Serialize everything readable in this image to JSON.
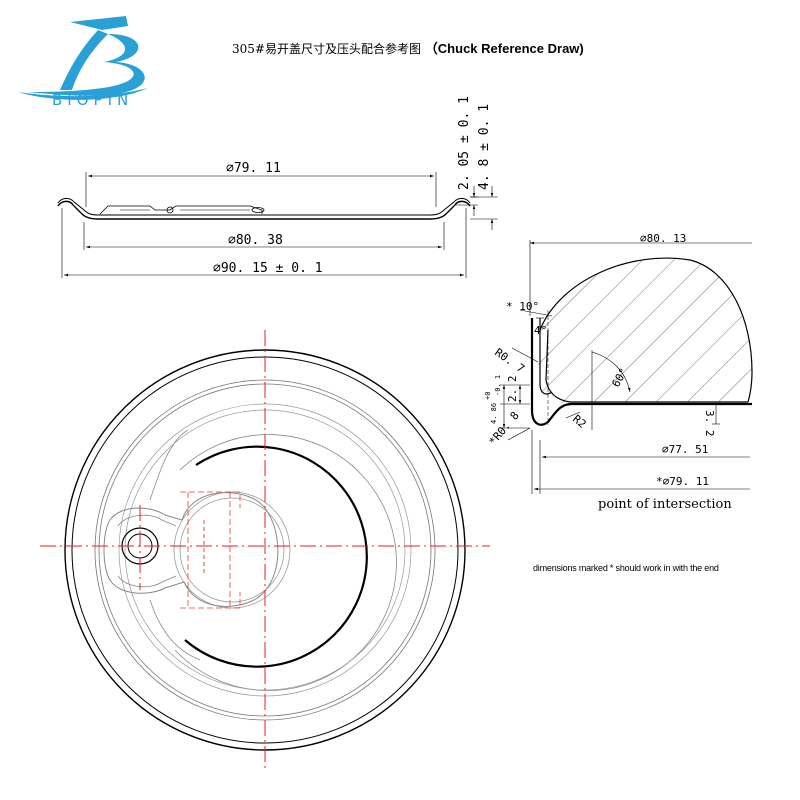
{
  "logo": {
    "text": "BIOPIN",
    "color": "#2aa1d6"
  },
  "title": {
    "cn": "305#易开盖尺寸及压头配合参考图",
    "en": "（Chuck Reference Draw)"
  },
  "profile": {
    "d_inner": "∅79. 11",
    "d_mid": "∅80. 38",
    "d_outer": "∅90. 15 ± 0. 1",
    "h1": "2. 05 ± 0. 1",
    "h2": "4. 8 ± 0. 1"
  },
  "detail": {
    "d_top": "∅80. 13",
    "angle_10": "* 10°",
    "angle_4": "4°",
    "r07": "R0. 7",
    "angle_60": "60°",
    "h22": "2. 2",
    "h486": "4. 86",
    "tol_plus": "+0",
    "tol_minus": "-0. 1",
    "r2": "R2",
    "r08": "*R0. 8",
    "v32": "3. 2",
    "d7751": "∅77. 51",
    "d7911": "*∅79. 11",
    "intersection": "point of intersection"
  },
  "note": "dimensions marked * should work in with the end",
  "colors": {
    "center_line": "#e02020",
    "line": "#000000",
    "fine": "#888888",
    "hatch": "#555555"
  }
}
